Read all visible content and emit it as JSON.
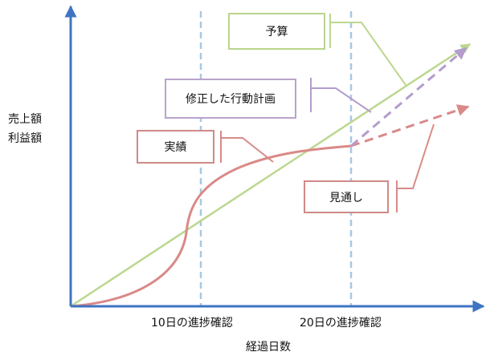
{
  "y_axis": {
    "line1": "売上額",
    "line2": "利益額"
  },
  "x_axis": {
    "label": "経過日数"
  },
  "milestones": {
    "day10": "10日の進捗確認",
    "day20": "20日の進捗確認"
  },
  "callouts": {
    "budget": "予算",
    "revised_plan": "修正した行動計画",
    "actual": "実績",
    "forecast": "見通し"
  },
  "colors": {
    "axis": "#3f74c2",
    "milestone": "#a8c8e3",
    "budget": "#bcd78f",
    "plan": "#b49ccd",
    "actual": "#d98a88"
  }
}
